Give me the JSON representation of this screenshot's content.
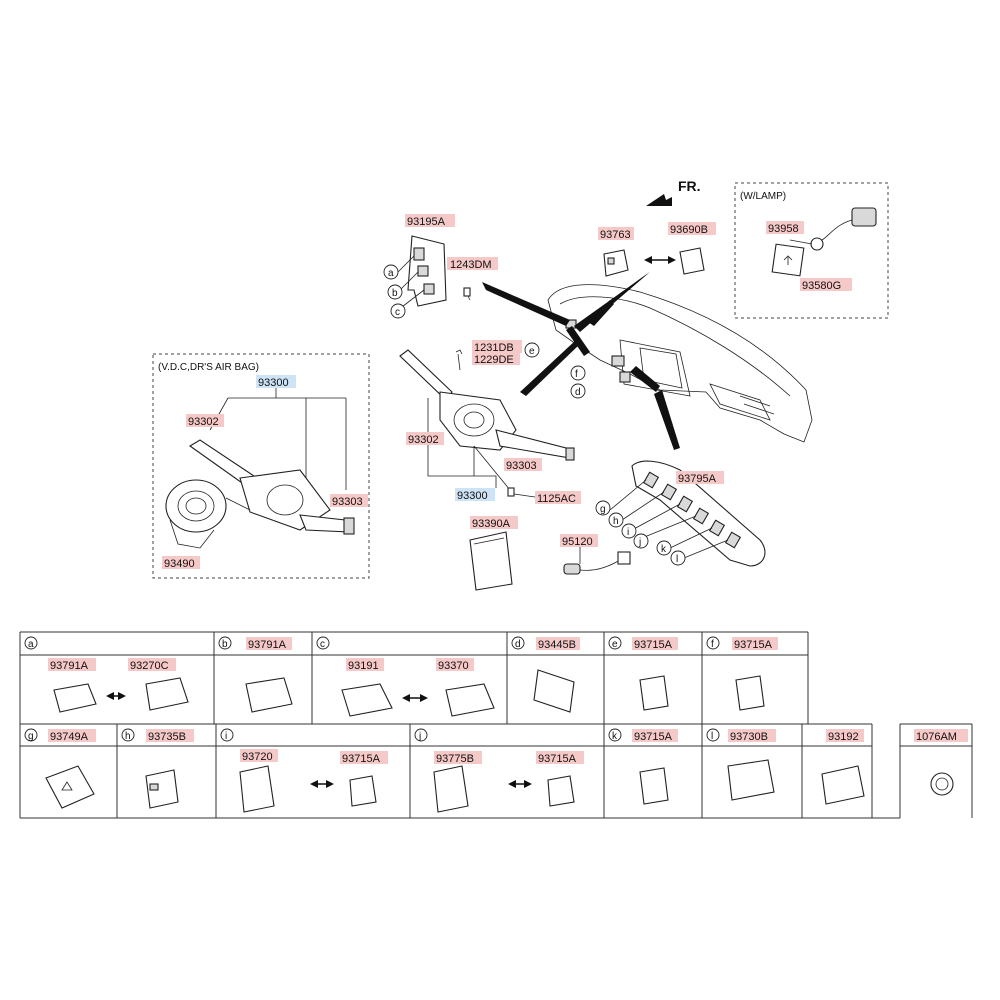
{
  "direction": "FR.",
  "boxes": {
    "vdc_airbag": "(V.D.C,DR'S AIR BAG)",
    "w_lamp": "(W/LAMP)"
  },
  "labels": {
    "p93195A": "93195A",
    "p1243DM": "1243DM",
    "p93763": "93763",
    "p93690B": "93690B",
    "p93958": "93958",
    "p93580G": "93580G",
    "p93300_box": "93300",
    "p93302_box": "93302",
    "p93303_box": "93303",
    "p93490": "93490",
    "p1231DB": "1231DB",
    "p1229DE": "1229DE",
    "p93302": "93302",
    "p93303": "93303",
    "p93300": "93300",
    "p1125AC": "1125AC",
    "p93795A": "93795A",
    "p93390A": "93390A",
    "p95120": "95120"
  },
  "callouts": [
    "a",
    "b",
    "c",
    "d",
    "e",
    "f",
    "g",
    "h",
    "i",
    "j",
    "k",
    "l"
  ],
  "table": {
    "row1": [
      {
        "key": "a",
        "parts": [
          "93791A",
          "93270C"
        ]
      },
      {
        "key": "b",
        "parts": [
          "93791A"
        ]
      },
      {
        "key": "c",
        "parts": [
          "93191",
          "93370"
        ]
      },
      {
        "key": "d",
        "parts": [
          "93445B"
        ]
      },
      {
        "key": "e",
        "parts": [
          "93715A"
        ]
      },
      {
        "key": "f",
        "parts": [
          "93715A"
        ]
      }
    ],
    "row2": [
      {
        "key": "g",
        "parts": [
          "93749A"
        ]
      },
      {
        "key": "h",
        "parts": [
          "93735B"
        ]
      },
      {
        "key": "i",
        "parts": [
          "93720",
          "93715A"
        ]
      },
      {
        "key": "j",
        "parts": [
          "93775B",
          "93715A"
        ]
      },
      {
        "key": "k",
        "parts": [
          "93715A"
        ]
      },
      {
        "key": "l",
        "parts": [
          "93730B"
        ]
      },
      {
        "key": "",
        "parts": [
          "93192"
        ]
      },
      {
        "key": "",
        "parts": [
          "1076AM"
        ]
      }
    ]
  }
}
